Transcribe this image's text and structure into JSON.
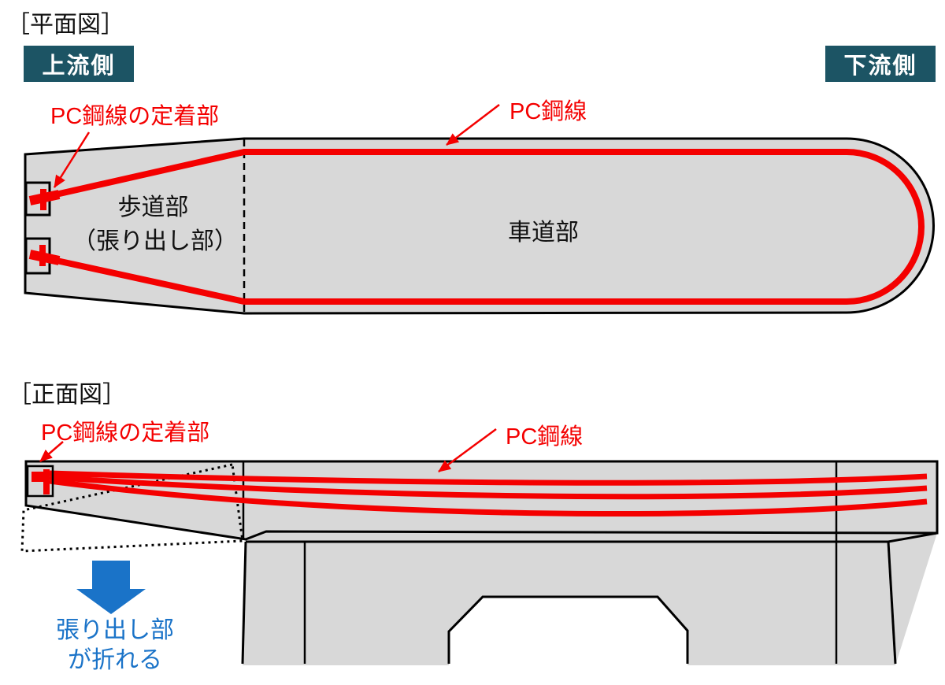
{
  "plan_view": {
    "title": "［平面図］",
    "upstream_label": "上流側",
    "downstream_label": "下流側",
    "anchor_label": "PC鋼線の定着部",
    "wire_label": "PC鋼線",
    "walkway_label_line1": "歩道部",
    "walkway_label_line2": "（張り出し部）",
    "roadway_label": "車道部"
  },
  "front_view": {
    "title": "［正面図］",
    "anchor_label": "PC鋼線の定着部",
    "wire_label": "PC鋼線",
    "break_label_line1": "張り出し部",
    "break_label_line2": "が折れる"
  },
  "colors": {
    "wire_red": "#F40000",
    "badge_teal": "#1C5464",
    "accent_blue": "#1A73C8",
    "deck_gray": "#D8D8D8",
    "outline_black": "#000000"
  }
}
